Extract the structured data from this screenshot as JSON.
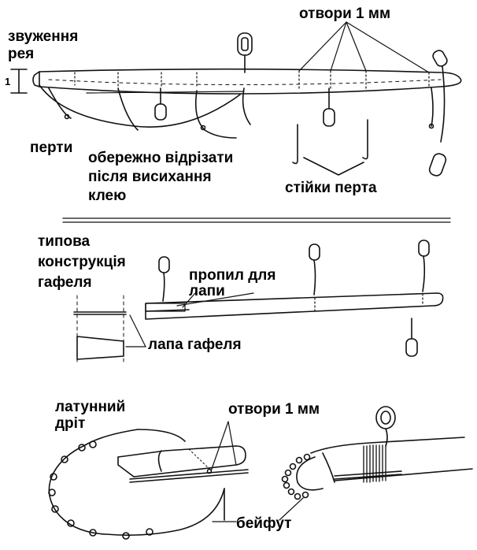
{
  "labels": {
    "yard_taper": "звуження\nрея",
    "holes_top": "отвори 1 мм",
    "footropes": "перти",
    "cut_note": "обережно відрізати\nпісля висихання\nклею",
    "stirrups": "стійки перта",
    "gaff_title": "типова\nконструкція\nгафеля",
    "jaw_cut": "пропил для\nлапи",
    "gaff_jaw": "лапа гафеля",
    "brass_wire": "латунний\nдріт",
    "holes_bottom": "отвори 1 мм",
    "parrel": "бейфут"
  },
  "dimension_mark": "1"
}
